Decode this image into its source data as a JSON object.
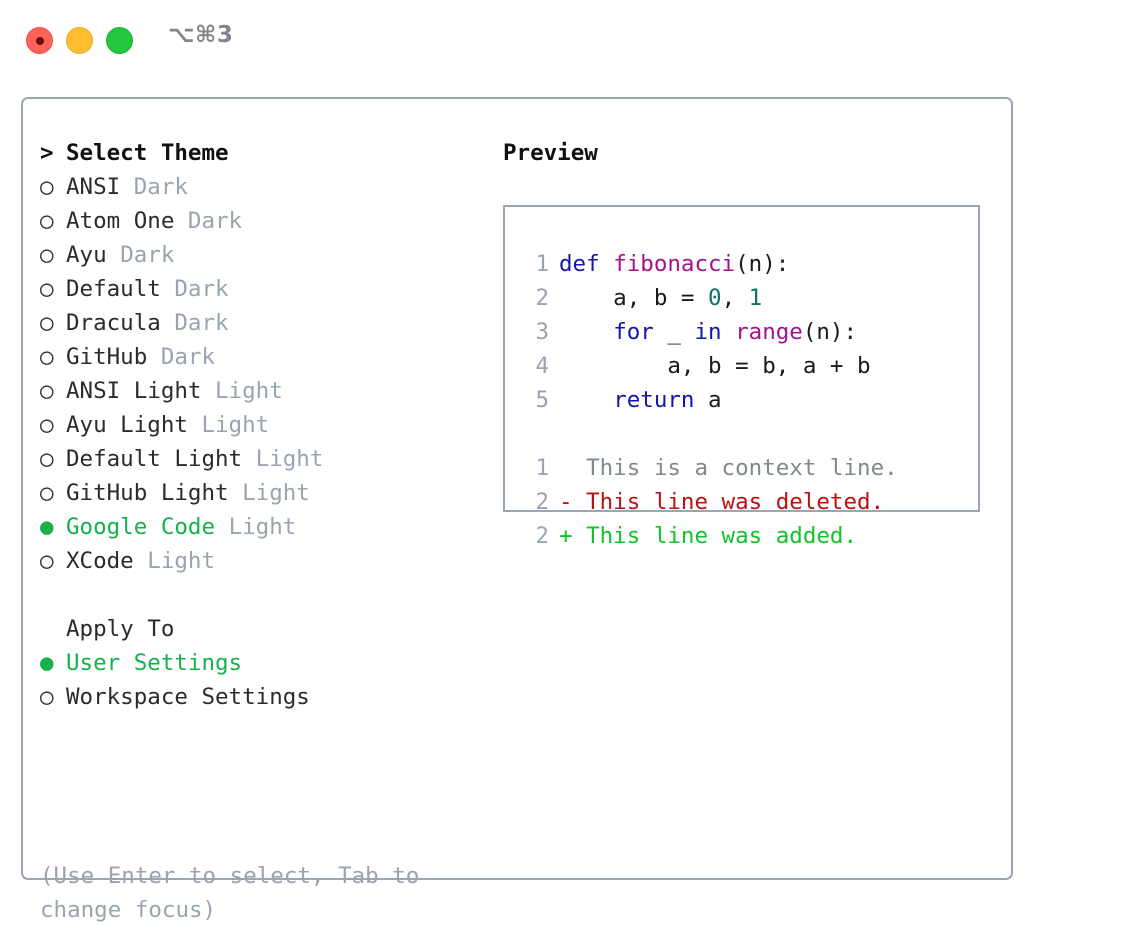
{
  "window": {
    "shortcut": "⌥⌘3",
    "traffic_lights": [
      {
        "name": "close",
        "color": "#ff6259"
      },
      {
        "name": "minimize",
        "color": "#ffbe2f"
      },
      {
        "name": "maximize",
        "color": "#25c73f"
      }
    ]
  },
  "theme_picker": {
    "marker_selected": "●",
    "marker_unselected": "○",
    "prompt_marker": ">",
    "header": "Select Theme",
    "items": [
      {
        "marker": "○",
        "name": "ANSI",
        "category": "Dark",
        "selected": false
      },
      {
        "marker": "○",
        "name": "Atom One",
        "category": "Dark",
        "selected": false
      },
      {
        "marker": "○",
        "name": "Ayu",
        "category": "Dark",
        "selected": false
      },
      {
        "marker": "○",
        "name": "Default",
        "category": "Dark",
        "selected": false
      },
      {
        "marker": "○",
        "name": "Dracula",
        "category": "Dark",
        "selected": false
      },
      {
        "marker": "○",
        "name": "GitHub",
        "category": "Dark",
        "selected": false
      },
      {
        "marker": "○",
        "name": "ANSI Light",
        "category": "Light",
        "selected": false
      },
      {
        "marker": "○",
        "name": "Ayu Light",
        "category": "Light",
        "selected": false
      },
      {
        "marker": "○",
        "name": "Default Light",
        "category": "Light",
        "selected": false
      },
      {
        "marker": "○",
        "name": "GitHub Light",
        "category": "Light",
        "selected": false
      },
      {
        "marker": "●",
        "name": "Google Code",
        "category": "Light",
        "selected": true
      },
      {
        "marker": "○",
        "name": "XCode",
        "category": "Light",
        "selected": false
      }
    ]
  },
  "apply_to": {
    "header": "Apply To",
    "items": [
      {
        "marker": "●",
        "name": "User Settings",
        "selected": true
      },
      {
        "marker": "○",
        "name": "Workspace Settings",
        "selected": false
      }
    ]
  },
  "hint": "(Use Enter to select, Tab to change focus)",
  "preview": {
    "title": "Preview",
    "code_lines": [
      {
        "num": "1",
        "tokens": [
          {
            "t": "def",
            "c": "kw"
          },
          {
            "t": " ",
            "c": "pl"
          },
          {
            "t": "fibonacci",
            "c": "fn"
          },
          {
            "t": "(n):",
            "c": "pl"
          }
        ]
      },
      {
        "num": "2",
        "tokens": [
          {
            "t": "    a, b = ",
            "c": "pl"
          },
          {
            "t": "0",
            "c": "num"
          },
          {
            "t": ", ",
            "c": "pl"
          },
          {
            "t": "1",
            "c": "num"
          }
        ]
      },
      {
        "num": "3",
        "tokens": [
          {
            "t": "    ",
            "c": "pl"
          },
          {
            "t": "for",
            "c": "kw"
          },
          {
            "t": " _ ",
            "c": "pl"
          },
          {
            "t": "in",
            "c": "kw"
          },
          {
            "t": " ",
            "c": "pl"
          },
          {
            "t": "range",
            "c": "fn"
          },
          {
            "t": "(n):",
            "c": "pl"
          }
        ]
      },
      {
        "num": "4",
        "tokens": [
          {
            "t": "        a, b = b, a + b",
            "c": "pl"
          }
        ]
      },
      {
        "num": "5",
        "tokens": [
          {
            "t": "    ",
            "c": "pl"
          },
          {
            "t": "return",
            "c": "kw"
          },
          {
            "t": " a",
            "c": "pl"
          }
        ]
      }
    ],
    "diff_lines": [
      {
        "num": "1",
        "sign": " ",
        "text": "This is a context line.",
        "kind": "ctx"
      },
      {
        "num": "2",
        "sign": "-",
        "text": "This line was deleted.",
        "kind": "del"
      },
      {
        "num": "2",
        "sign": "+",
        "text": "This line was added.",
        "kind": "add"
      }
    ]
  },
  "colors": {
    "accent_green": "#17b14b",
    "muted": "#9aa3b0",
    "border": "#9ba6b5",
    "keyword": "#1515a8",
    "function": "#a3128a",
    "number": "#0f7070",
    "diff_deleted": "#bb1111",
    "diff_added": "#11c32a"
  }
}
